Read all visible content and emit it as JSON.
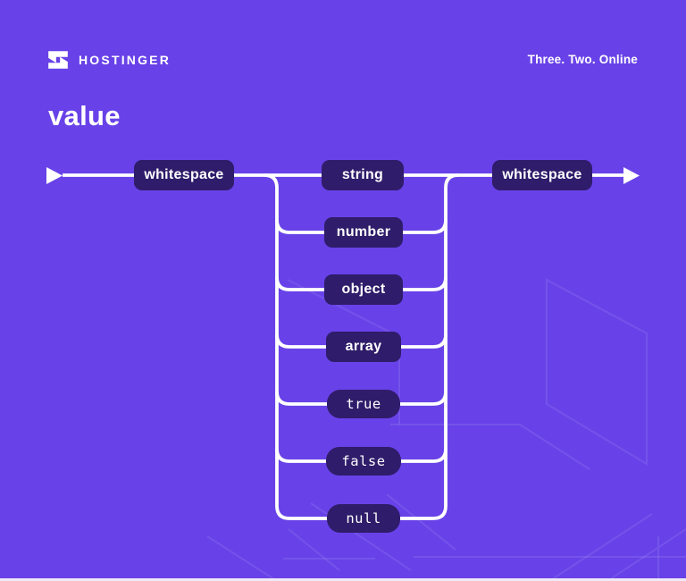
{
  "header": {
    "brand": "HOSTINGER",
    "tagline": "Three. Two. Online"
  },
  "title": "value",
  "diagram": {
    "type": "railroad-syntax-diagram",
    "rule_name": "value",
    "nodes": {
      "start_whitespace": "whitespace",
      "string": "string",
      "number": "number",
      "object": "object",
      "array": "array",
      "true": "true",
      "false": "false",
      "null": "null",
      "end_whitespace": "whitespace"
    },
    "flow": "start -> whitespace -> ( string | number | object | array | true | false | null ) -> whitespace -> end"
  },
  "colors": {
    "background": "#6842E8",
    "node_background": "#2F1C6A",
    "line": "#FFFFFF",
    "footer_strip": "#EFE9F6"
  }
}
